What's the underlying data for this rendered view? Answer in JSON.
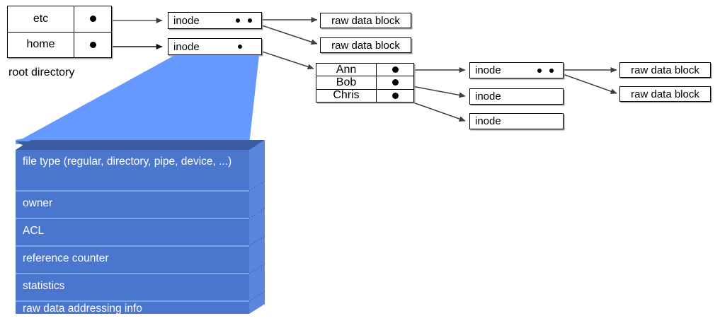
{
  "diagram": {
    "title": "unix-inode-filesystem-structure",
    "root_directory": {
      "caption": "root directory",
      "entries": [
        {
          "name": "etc",
          "pointer": "●"
        },
        {
          "name": "home",
          "pointer": "●"
        }
      ]
    },
    "subdirectory": {
      "entries": [
        {
          "name": "Ann",
          "pointer": "●"
        },
        {
          "name": "Bob",
          "pointer": "●"
        },
        {
          "name": "Chris",
          "pointer": "●"
        }
      ]
    },
    "inodes": [
      {
        "id": "inode-etc",
        "label": "inode",
        "pointer_count": 2
      },
      {
        "id": "inode-home",
        "label": "inode",
        "pointer_count": 1
      },
      {
        "id": "inode-ann",
        "label": "inode",
        "pointer_count": 2
      },
      {
        "id": "inode-bob",
        "label": "inode",
        "pointer_count": 0
      },
      {
        "id": "inode-chris",
        "label": "inode",
        "pointer_count": 0
      }
    ],
    "data_blocks": [
      {
        "id": "raw-block-1",
        "label": "raw data block"
      },
      {
        "id": "raw-block-2",
        "label": "raw data block"
      },
      {
        "id": "raw-block-3",
        "label": "raw data block"
      },
      {
        "id": "raw-block-4",
        "label": "raw data block"
      }
    ],
    "inode_detail": {
      "fields": [
        "file type (regular, directory, pipe, device, ...)",
        "owner",
        "ACL",
        "reference counter",
        "statistics",
        "raw data addressing info"
      ]
    },
    "colors": {
      "slab_face": "#4a76ce",
      "slab_side": "#5b86db",
      "slab_top": "#3b5ca0",
      "wedge": "#6699ff",
      "wedge_base": "#3b5ca0",
      "box_border": "#000000",
      "box_shadow": "#9a9a9a",
      "arrow": "#3f3f3f",
      "text_on_slab": "#ffffff"
    }
  }
}
